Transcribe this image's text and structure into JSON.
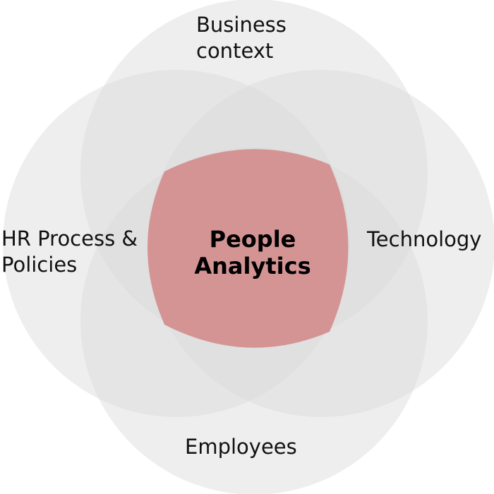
{
  "diagram": {
    "colors": {
      "circle_fill": "#d9d9d9",
      "center_fill": "#d49494",
      "text": "#111111"
    },
    "sets": {
      "top": {
        "line1": "Business",
        "line2": "context"
      },
      "left": {
        "line1": "HR Process &",
        "line2": "Policies"
      },
      "right": {
        "line1": "Technology"
      },
      "bottom": {
        "line1": "Employees"
      }
    },
    "center": {
      "line1": "People",
      "line2": "Analytics"
    }
  }
}
